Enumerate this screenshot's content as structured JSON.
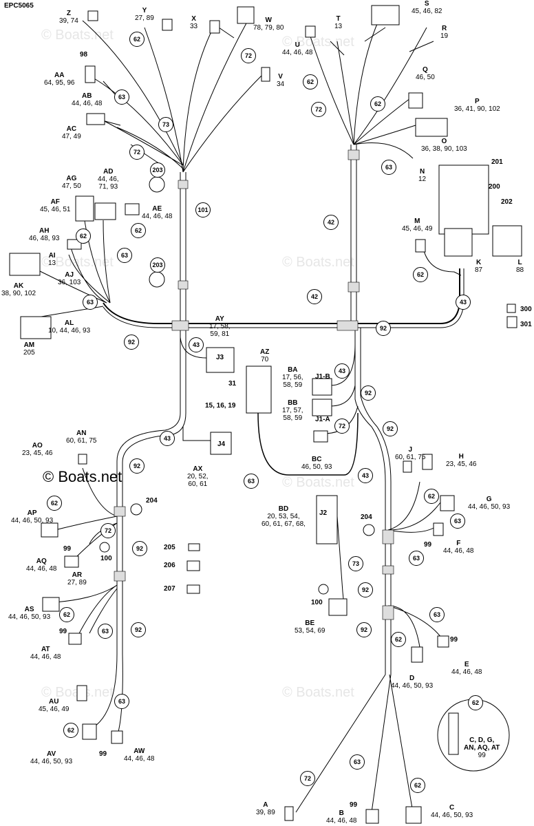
{
  "doc_code": "EPC5065",
  "watermarks": {
    "faint": "© Boats.net",
    "main": "© Boats.net"
  },
  "labels": {
    "Z": {
      "code": "Z",
      "parts": "39, 74"
    },
    "Y": {
      "code": "Y",
      "parts": "27, 89"
    },
    "X": {
      "code": "X",
      "parts": "33"
    },
    "W": {
      "code": "W",
      "parts": "78, 79, 80"
    },
    "V": {
      "code": "V",
      "parts": "34"
    },
    "AA": {
      "code": "AA",
      "parts": "64, 95, 96"
    },
    "AB": {
      "code": "AB",
      "parts": "44, 46, 48"
    },
    "AC": {
      "code": "AC",
      "parts": "47, 49"
    },
    "AD": {
      "code": "AD",
      "parts": "44, 46,\n71, 93"
    },
    "AG": {
      "code": "AG",
      "parts": "47, 50"
    },
    "AF": {
      "code": "AF",
      "parts": "45, 46, 51"
    },
    "AE": {
      "code": "AE",
      "parts": "44, 46, 48"
    },
    "AH": {
      "code": "AH",
      "parts": "46, 48, 93"
    },
    "AI": {
      "code": "AI",
      "parts": "13"
    },
    "AJ": {
      "code": "AJ",
      "parts": "36, 103"
    },
    "AK": {
      "code": "AK",
      "parts": "38, 90, 102"
    },
    "AL": {
      "code": "AL",
      "parts": "10, 44, 46, 93"
    },
    "AM": {
      "code": "AM",
      "parts": "205"
    },
    "AY": {
      "code": "AY",
      "parts": "17, 58,\n59, 81"
    },
    "AZ": {
      "code": "AZ",
      "parts": "70"
    },
    "BA": {
      "code": "BA",
      "parts": "17, 56,\n58, 59"
    },
    "BB": {
      "code": "BB",
      "parts": "17, 57,\n58, 59"
    },
    "BC": {
      "code": "BC",
      "parts": "46, 50, 93"
    },
    "AX": {
      "code": "AX",
      "parts": "20, 52,\n60, 61"
    },
    "AN": {
      "code": "AN",
      "parts": "60, 61, 75"
    },
    "AO": {
      "code": "AO",
      "parts": "23, 45, 46"
    },
    "AP": {
      "code": "AP",
      "parts": "44, 46, 50, 93"
    },
    "AQ": {
      "code": "AQ",
      "parts": "44, 46, 48"
    },
    "AR": {
      "code": "AR",
      "parts": "27, 89"
    },
    "AS": {
      "code": "AS",
      "parts": "44, 46, 50, 93"
    },
    "AT": {
      "code": "AT",
      "parts": "44, 46, 48"
    },
    "AU": {
      "code": "AU",
      "parts": "45, 46, 49"
    },
    "AV": {
      "code": "AV",
      "parts": "44, 46, 50, 93"
    },
    "AW": {
      "code": "AW",
      "parts": "44, 46, 48"
    },
    "BD": {
      "code": "BD",
      "parts": "20, 53, 54,\n60, 61, 67, 68,"
    },
    "BE": {
      "code": "BE",
      "parts": "53, 54, 69"
    },
    "A": {
      "code": "A",
      "parts": "39, 89"
    },
    "B": {
      "code": "B",
      "parts": "44, 46, 48"
    },
    "C": {
      "code": "C",
      "parts": "44, 46, 50, 93"
    },
    "D": {
      "code": "D",
      "parts": "44, 46, 50, 93"
    },
    "E": {
      "code": "E",
      "parts": "44, 46, 48"
    },
    "F": {
      "code": "F",
      "parts": "44, 46, 48"
    },
    "G": {
      "code": "G",
      "parts": "44, 46, 50, 93"
    },
    "H": {
      "code": "H",
      "parts": "23, 45, 46"
    },
    "J": {
      "code": "J",
      "parts": "60, 61, 75"
    },
    "K": {
      "code": "K",
      "parts": "87"
    },
    "L": {
      "code": "L",
      "parts": "88"
    },
    "M": {
      "code": "M",
      "parts": "45, 46, 49"
    },
    "N": {
      "code": "N",
      "parts": "12"
    },
    "O": {
      "code": "O",
      "parts": "36, 38, 90, 103"
    },
    "P": {
      "code": "P",
      "parts": "36, 41, 90, 102"
    },
    "Q": {
      "code": "Q",
      "parts": "46, 50"
    },
    "R": {
      "code": "R",
      "parts": "19"
    },
    "S": {
      "code": "S",
      "parts": "45, 46, 82"
    },
    "T": {
      "code": "T",
      "parts": "13"
    },
    "U": {
      "code": "U",
      "parts": "44, 46, 48"
    },
    "inset": {
      "code": "C, D, G,\nAN, AQ, AT",
      "parts": "99"
    }
  },
  "bubbles": [
    "62",
    "63",
    "72",
    "73",
    "92",
    "43",
    "42",
    "101",
    "203",
    "204",
    "101"
  ],
  "plain_numbers": {
    "n98": "98",
    "n201": "201",
    "n200": "200",
    "n202": "202",
    "n300": "300",
    "n301": "301",
    "n31": "31",
    "n15": "15, 16, 19",
    "n99a": "99",
    "n99b": "99",
    "n99c": "99",
    "n99d": "99",
    "n99e": "99",
    "n99f": "99",
    "n100a": "100",
    "n100b": "100",
    "n205": "205",
    "n206": "206",
    "n207": "207",
    "j3": "J3",
    "j4": "J4",
    "j2": "J2",
    "j1b": "J1-B",
    "j1a": "J1-A"
  }
}
